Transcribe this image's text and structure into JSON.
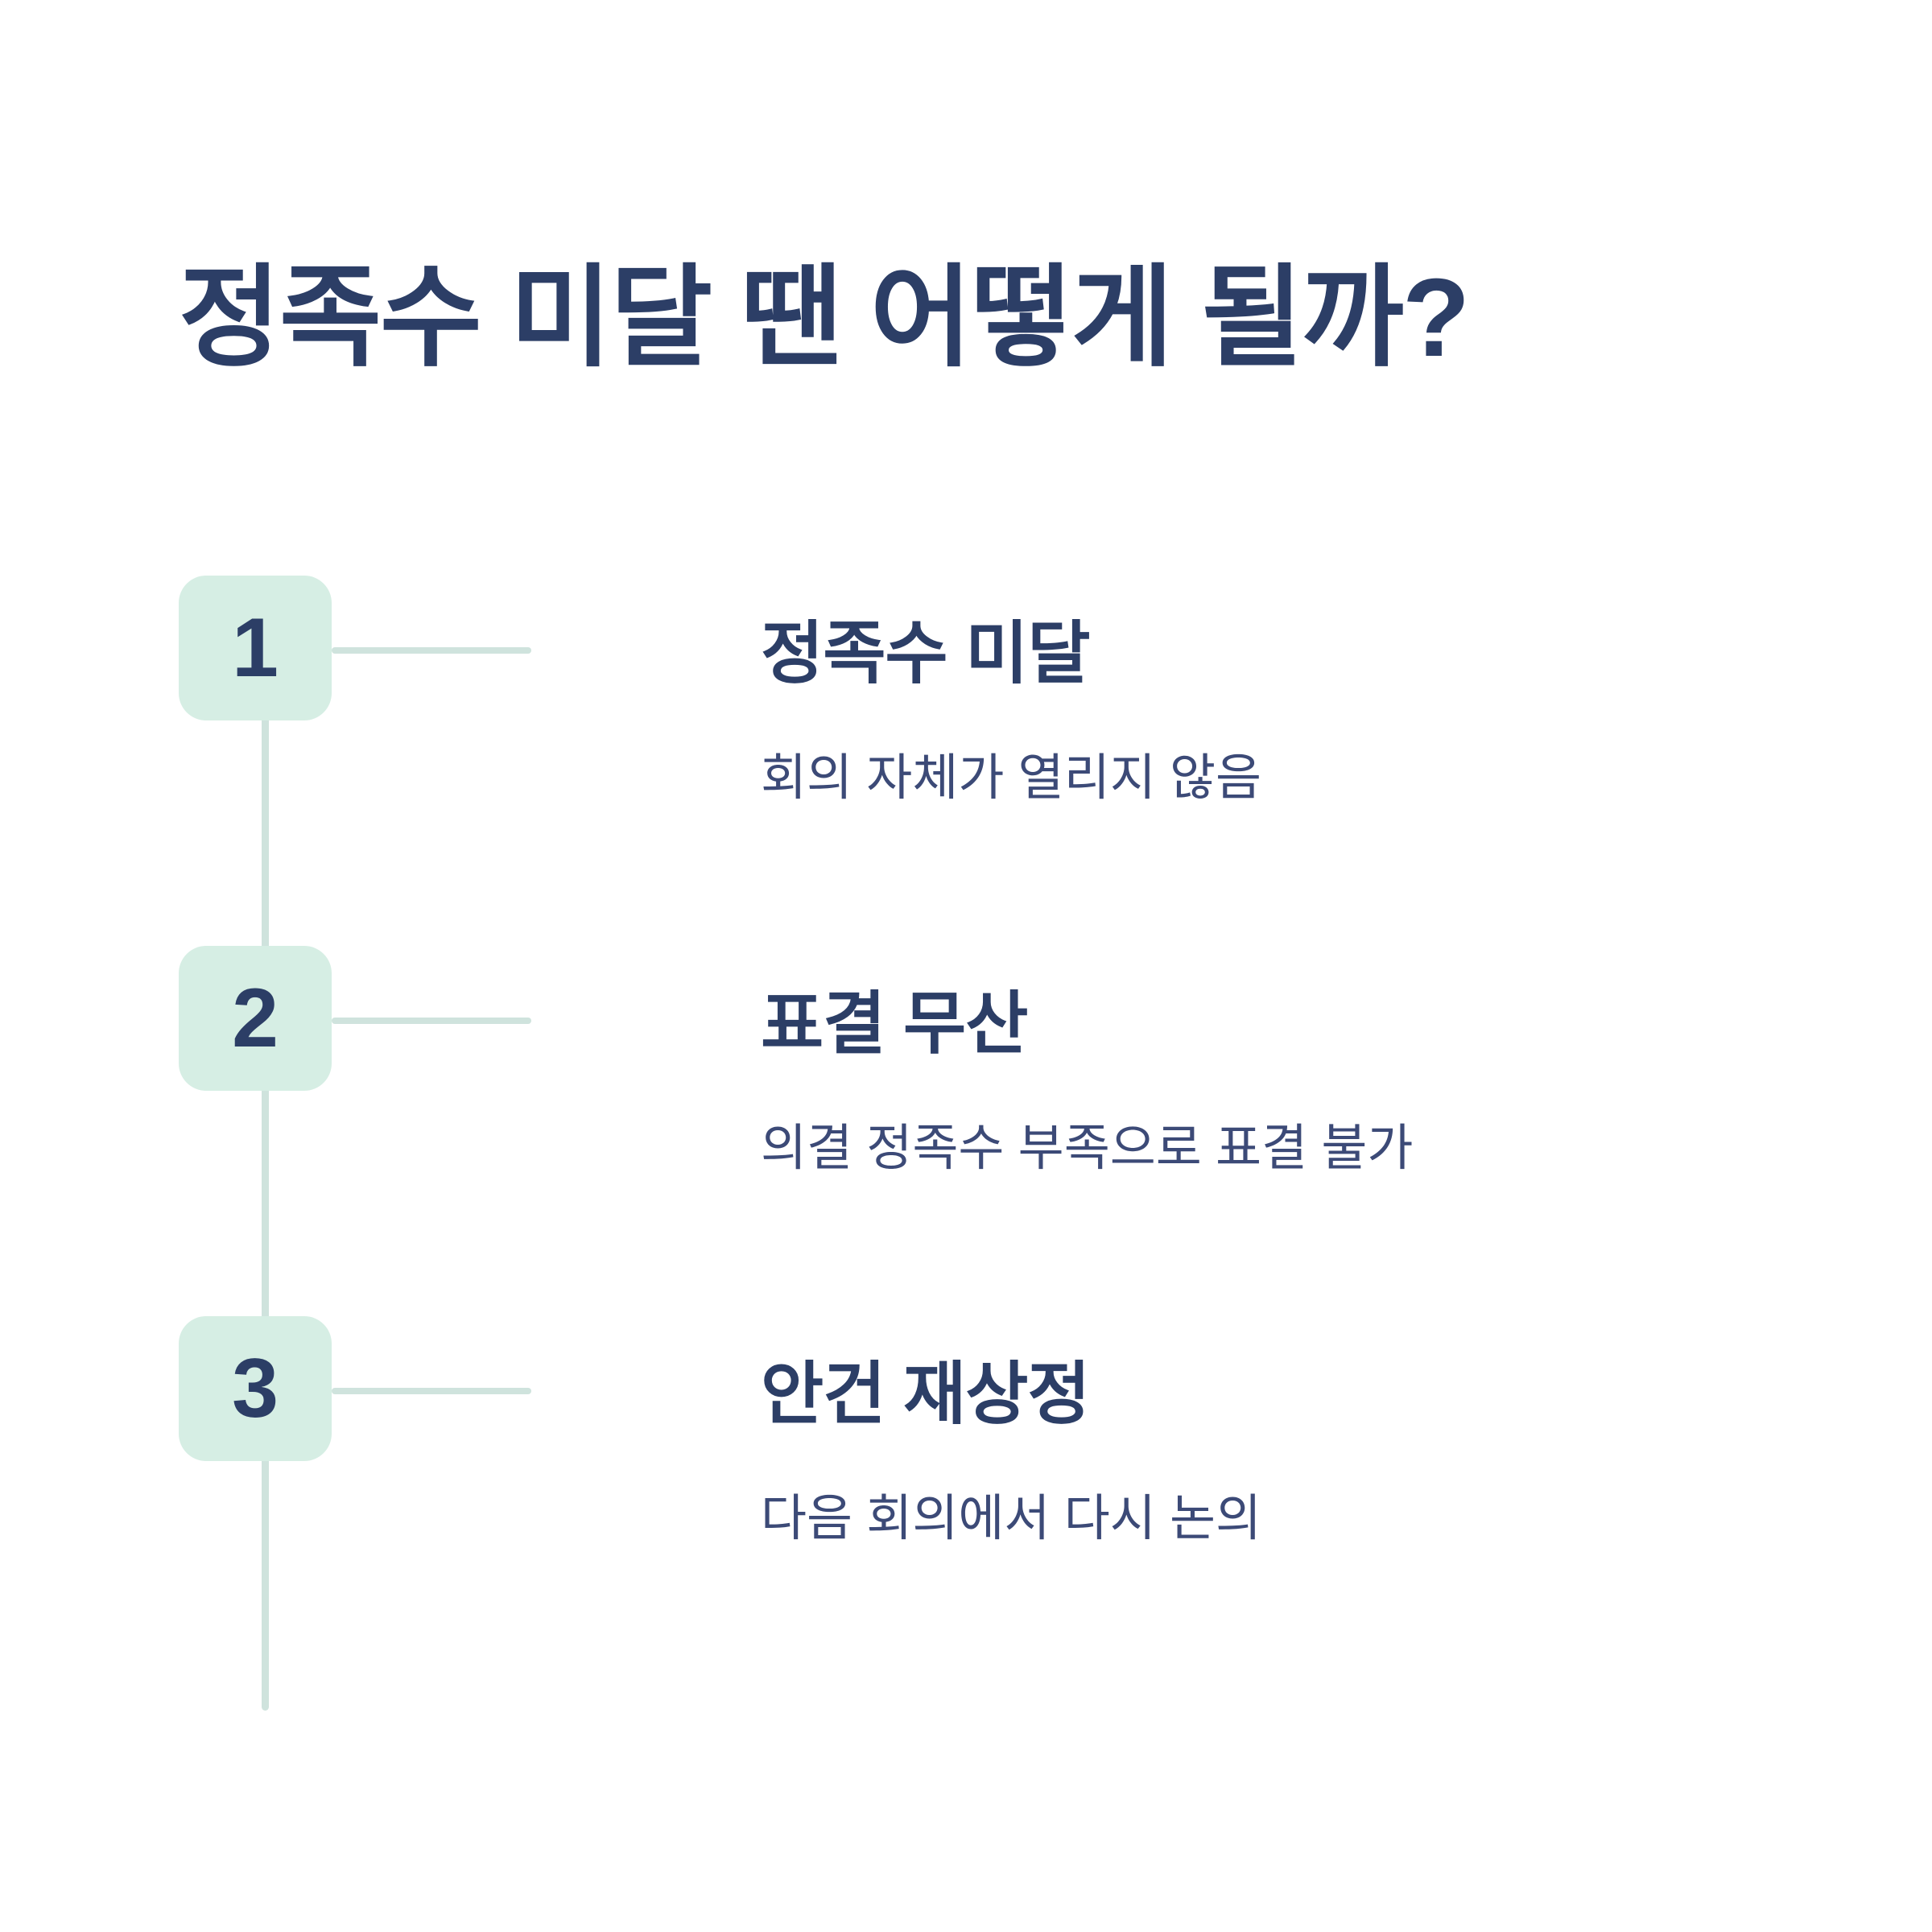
{
  "header": {
    "title": "정족수 미달 땐 어떻게 될까?"
  },
  "colors": {
    "text_dark": "#2c3e66",
    "text_body": "#3c4a77",
    "badge_bg": "#d6eee4",
    "line": "#cfe3dd",
    "background": "#ffffff"
  },
  "timeline": {
    "steps": [
      {
        "number": "1",
        "title": "정족수 미달",
        "desc": "회의 자체가 열리지 않음"
      },
      {
        "number": "2",
        "title": "표결 무산",
        "desc": "의결 정족수 부족으로 표결 불가"
      },
      {
        "number": "3",
        "title": "안건 재상정",
        "desc": "다음 회의에서 다시 논의"
      }
    ]
  }
}
